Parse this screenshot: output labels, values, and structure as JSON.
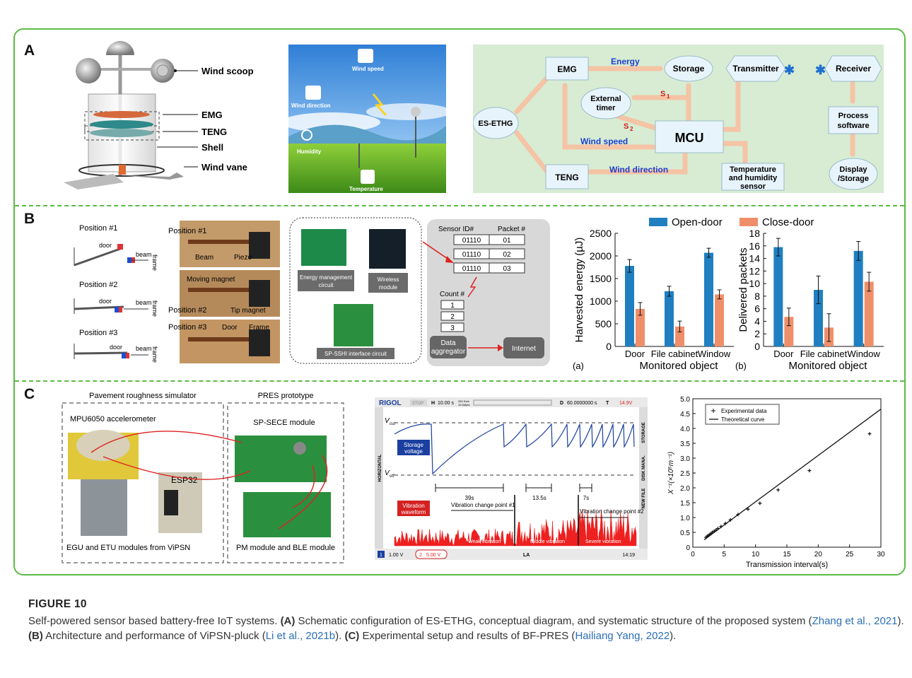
{
  "panelA": {
    "label": "A",
    "anemometer": {
      "labels": [
        "Wind scoop",
        "EMG",
        "TENG",
        "Shell",
        "Wind vane"
      ]
    },
    "scene": {
      "labels": [
        "Wind speed",
        "Wind direction",
        "Humidity",
        "Temperature"
      ]
    },
    "flow": {
      "nodes": {
        "emg": "EMG",
        "storage": "Storage",
        "transmitter": "Transmitter",
        "receiver": "Receiver",
        "timer1": "External",
        "timer2": "timer",
        "esethg": "ES-ETHG",
        "mcu": "MCU",
        "teng": "TENG",
        "process1": "Process",
        "process2": "software",
        "sensor1": "Temperature",
        "sensor2": "and humidity",
        "sensor3": "sensor",
        "display1": "Display",
        "display2": "/Storage"
      },
      "edges": {
        "energy": "Energy",
        "s1": "S",
        "s2": "S",
        "windspeed": "Wind speed",
        "winddir": "Wind direction"
      }
    }
  },
  "panelB": {
    "label": "B",
    "positions": [
      "Position #1",
      "Position #2",
      "Position #3"
    ],
    "schem": {
      "door": "door",
      "beam": "beam",
      "frame": "frame"
    },
    "photos": {
      "beam": "Beam",
      "piezo": "Piezo",
      "moving": "Moving magnet",
      "tip": "Tip magnet",
      "door": "Door",
      "frame": "Frame"
    },
    "circuits": {
      "energy1": "Energy management",
      "energy2": "circuit",
      "wireless1": "Wireless",
      "wireless2": "module",
      "sp": "SP-SSHI interface circuit"
    },
    "packet": {
      "col1": "Sensor ID#",
      "col2": "Packet #",
      "ids": [
        "01110",
        "01110",
        "01110"
      ],
      "packets": [
        "01",
        "02",
        "03"
      ],
      "count": "Count #",
      "counts": [
        "1",
        "2",
        "3"
      ],
      "agg1": "Data",
      "agg2": "aggregator",
      "internet": "Internet"
    }
  },
  "chart_data": [
    {
      "type": "bar",
      "panel": "(a)",
      "categories": [
        "Door",
        "File cabinet",
        "Window"
      ],
      "series": [
        {
          "name": "Open-door",
          "values": [
            1780,
            1220,
            2070
          ],
          "errors": [
            140,
            110,
            100
          ],
          "color": "#1f7fc0"
        },
        {
          "name": "Close-door",
          "values": [
            830,
            440,
            1150
          ],
          "errors": [
            140,
            120,
            100
          ],
          "color": "#ef8f6a"
        }
      ],
      "xlabel": "Monitored object",
      "ylabel": "Harvested energy (µJ)",
      "ylim": [
        0,
        2500
      ],
      "yticks": [
        "0",
        "500",
        "1000",
        "1500",
        "2000",
        "2500"
      ],
      "legend": "top"
    },
    {
      "type": "bar",
      "panel": "(b)",
      "categories": [
        "Door",
        "File cabinet",
        "Window"
      ],
      "series": [
        {
          "name": "Open-door",
          "values": [
            15.8,
            9.0,
            15.2
          ],
          "errors": [
            1.4,
            2.2,
            1.5
          ],
          "color": "#1f7fc0"
        },
        {
          "name": "Close-door",
          "values": [
            4.7,
            3.0,
            10.3
          ],
          "errors": [
            1.4,
            2.2,
            1.5
          ],
          "color": "#ef8f6a"
        }
      ],
      "xlabel": "Monitored object",
      "ylabel": "Delivered packets",
      "ylim": [
        0,
        18
      ],
      "yticks": [
        "0",
        "2",
        "4",
        "6",
        "8",
        "10",
        "12",
        "14",
        "16",
        "18"
      ]
    },
    {
      "type": "scatter",
      "panel": "C-right",
      "xlabel": "Transmission interval(s)",
      "ylabel": "X⁻¹(×10⁵m⁻¹)",
      "xlim": [
        0,
        30
      ],
      "ylim": [
        0,
        5.0
      ],
      "xticks": [
        "0",
        "5",
        "10",
        "15",
        "20",
        "25",
        "30"
      ],
      "yticks": [
        "0",
        "0.5",
        "1.0",
        "1.5",
        "2.0",
        "2.5",
        "3.0",
        "3.5",
        "4.0",
        "4.5",
        "5.0"
      ],
      "legend_entries": [
        "Experimental data",
        "Theoretical curve"
      ],
      "series": [
        {
          "name": "Experimental data",
          "x": [
            2.1,
            2.3,
            2.5,
            2.7,
            2.9,
            3.1,
            3.4,
            3.7,
            4.0,
            4.5,
            5.2,
            6.0,
            7.2,
            8.8,
            10.7,
            13.6,
            18.6,
            28.2
          ],
          "y": [
            0.33,
            0.37,
            0.4,
            0.43,
            0.46,
            0.5,
            0.54,
            0.58,
            0.63,
            0.7,
            0.8,
            0.92,
            1.1,
            1.28,
            1.48,
            1.93,
            2.58,
            3.82
          ]
        },
        {
          "name": "Theoretical curve",
          "x": [
            1.8,
            30
          ],
          "y": [
            0.25,
            4.65
          ]
        }
      ]
    }
  ],
  "panelC": {
    "label": "C",
    "setup": {
      "sim": "Pavement roughness simulator",
      "proto": "PRES prototype",
      "mpu": "MPU6050 accelerometer",
      "esp": "ESP32",
      "spsece": "SP-SECE module",
      "egu": "EGU and ETU modules from ViPSN",
      "pm": "PM module and BLE module"
    },
    "scope": {
      "brand": "RIGOL",
      "stop": "STOP",
      "h": "H",
      "timebase": "10.00 s",
      "sr1": "250 Sa/s",
      "sr2": "15.6Mpts",
      "d": "D",
      "delay": "60.0000000 s",
      "t": "T",
      "trig": "14.9V",
      "side_left": "HORIZONTAL",
      "side_right1": "STORAGE",
      "side_right2": "DISK MANA.",
      "side_right3": "NEW FILE",
      "vcut": "V",
      "vcut_sub": "cut",
      "voff": "V",
      "voff_sub": "off",
      "storage1": "Storage",
      "storage2": "voltage",
      "vib1": "Vibration",
      "vib2": "waveform",
      "t1": "39s",
      "t2": "13.5s",
      "t3": "7s",
      "cp1": "Vibration change point #1",
      "cp2": "Vibration change point #2",
      "z1": "Weak vibration",
      "z2": "Middle vibration",
      "z3": "Severe vibration",
      "ch1": "1",
      "ch1v": "1.00 V",
      "ch2": "2",
      "ch2v": "5.00 V",
      "la": "LA",
      "time": "14:19"
    }
  },
  "caption": {
    "fig": "FIGURE 10",
    "t1": "Self-powered sensor based battery-free IoT systems. ",
    "a": "(A)",
    "t2": " Schematic configuration of ES-ETHG, conceptual diagram, and systematic structure of the proposed system (",
    "r1": "Zhang et al., 2021",
    "t3": "). ",
    "b": "(B)",
    "t4": " Architecture and performance of ViPSN-pluck (",
    "r2": "Li et al., 2021b",
    "t5": "). ",
    "c": "(C)",
    "t6": " Experimental setup and results of BF-PRES (",
    "r3": "Hailiang Yang, 2022",
    "t7": ")."
  }
}
